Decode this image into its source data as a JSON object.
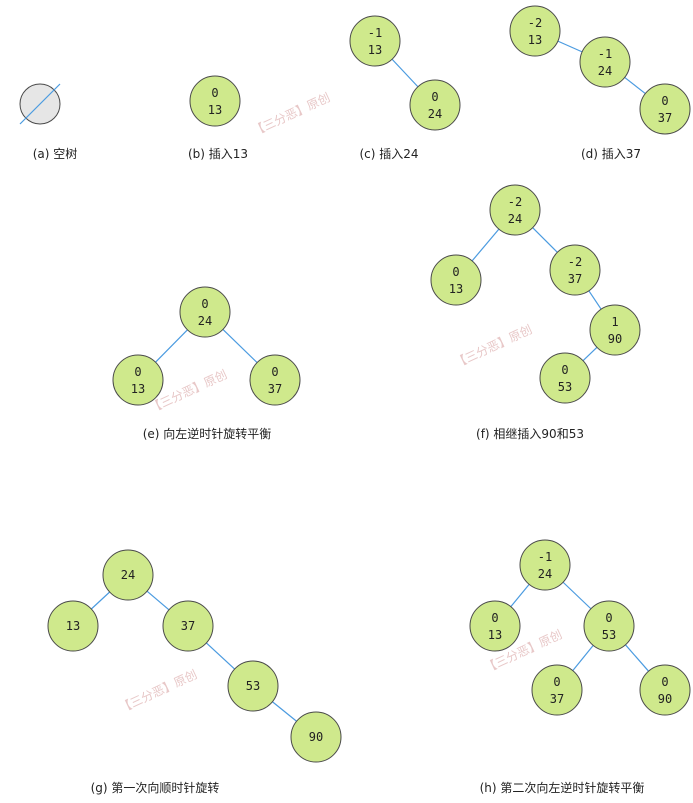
{
  "colors": {
    "node_fill": "#cfe98c",
    "node_stroke": "#4a4a4a",
    "edge": "#4b9be0",
    "empty_fill": "#e6e6e6",
    "text": "#222222"
  },
  "watermark": "【三分恶】原创",
  "panels": [
    {
      "id": "a",
      "caption": "(a) 空树",
      "empty": true,
      "nodes": [],
      "edges": []
    },
    {
      "id": "b",
      "caption": "(b) 插入13",
      "nodes": [
        {
          "id": "n13",
          "bf": "0",
          "key": "13"
        }
      ],
      "edges": []
    },
    {
      "id": "c",
      "caption": "(c) 插入24",
      "nodes": [
        {
          "id": "n13",
          "bf": "-1",
          "key": "13"
        },
        {
          "id": "n24",
          "bf": "0",
          "key": "24"
        }
      ],
      "edges": [
        [
          "n13",
          "n24"
        ]
      ]
    },
    {
      "id": "d",
      "caption": "(d) 插入37",
      "nodes": [
        {
          "id": "n13",
          "bf": "-2",
          "key": "13"
        },
        {
          "id": "n24",
          "bf": "-1",
          "key": "24"
        },
        {
          "id": "n37",
          "bf": "0",
          "key": "37"
        }
      ],
      "edges": [
        [
          "n13",
          "n24"
        ],
        [
          "n24",
          "n37"
        ]
      ]
    },
    {
      "id": "e",
      "caption": "(e) 向左逆时针旋转平衡",
      "nodes": [
        {
          "id": "n24",
          "bf": "0",
          "key": "24"
        },
        {
          "id": "n13",
          "bf": "0",
          "key": "13"
        },
        {
          "id": "n37",
          "bf": "0",
          "key": "37"
        }
      ],
      "edges": [
        [
          "n24",
          "n13"
        ],
        [
          "n24",
          "n37"
        ]
      ]
    },
    {
      "id": "f",
      "caption": "(f) 相继插入90和53",
      "nodes": [
        {
          "id": "n24",
          "bf": "-2",
          "key": "24"
        },
        {
          "id": "n13",
          "bf": "0",
          "key": "13"
        },
        {
          "id": "n37",
          "bf": "-2",
          "key": "37"
        },
        {
          "id": "n90",
          "bf": "1",
          "key": "90"
        },
        {
          "id": "n53",
          "bf": "0",
          "key": "53"
        }
      ],
      "edges": [
        [
          "n24",
          "n13"
        ],
        [
          "n24",
          "n37"
        ],
        [
          "n37",
          "n90"
        ],
        [
          "n90",
          "n53"
        ]
      ]
    },
    {
      "id": "g",
      "caption": "(g) 第一次向顺时针旋转",
      "nodes": [
        {
          "id": "n24",
          "bf": "",
          "key": "24"
        },
        {
          "id": "n13",
          "bf": "",
          "key": "13"
        },
        {
          "id": "n37",
          "bf": "",
          "key": "37"
        },
        {
          "id": "n53",
          "bf": "",
          "key": "53"
        },
        {
          "id": "n90",
          "bf": "",
          "key": "90"
        }
      ],
      "edges": [
        [
          "n24",
          "n13"
        ],
        [
          "n24",
          "n37"
        ],
        [
          "n37",
          "n53"
        ],
        [
          "n53",
          "n90"
        ]
      ]
    },
    {
      "id": "h",
      "caption": "(h) 第二次向左逆时针旋转平衡",
      "nodes": [
        {
          "id": "n24",
          "bf": "-1",
          "key": "24"
        },
        {
          "id": "n13",
          "bf": "0",
          "key": "13"
        },
        {
          "id": "n53",
          "bf": "0",
          "key": "53"
        },
        {
          "id": "n37",
          "bf": "0",
          "key": "37"
        },
        {
          "id": "n90",
          "bf": "0",
          "key": "90"
        }
      ],
      "edges": [
        [
          "n24",
          "n13"
        ],
        [
          "n24",
          "n53"
        ],
        [
          "n53",
          "n37"
        ],
        [
          "n53",
          "n90"
        ]
      ]
    }
  ]
}
